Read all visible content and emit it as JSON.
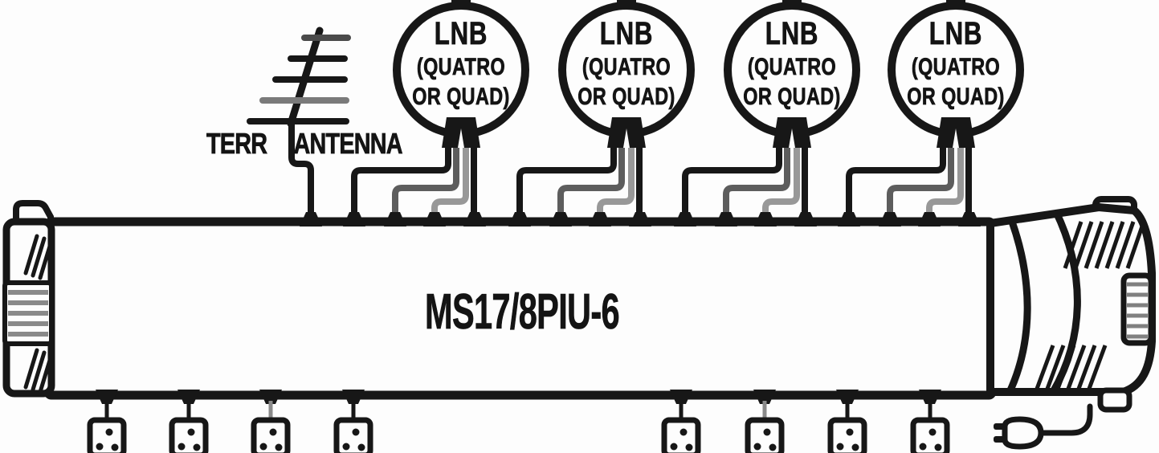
{
  "diagram": {
    "background_color": "#fdfdfd",
    "ink_color": "#171717",
    "wire_gray_color": "#5d5d5d",
    "wire_light_gray_color": "#989898",
    "device": {
      "model_label": "MS17/8PIU-6"
    },
    "terrestrial_antenna": {
      "label": "TERR ANTENNA"
    },
    "lnbs": [
      {
        "title": "LNB",
        "type_line1": "(QUATRO",
        "type_line2": "OR QUAD)"
      },
      {
        "title": "LNB",
        "type_line1": "(QUATRO",
        "type_line2": "OR QUAD)"
      },
      {
        "title": "LNB",
        "type_line1": "(QUATRO",
        "type_line2": "OR QUAD)"
      },
      {
        "title": "LNB",
        "type_line1": "(QUATRO",
        "type_line2": "OR QUAD)"
      }
    ],
    "icons": {
      "terr_antenna": "yagi-antenna-icon",
      "lnb": "lnb-circle-icon",
      "sat_input": "input-connector-bump",
      "output": "output-connector-bump",
      "wall_socket": "wall-socket-icon",
      "power_plug": "power-plug-icon",
      "left_cap": "coax-connector-left-icon",
      "right_cap": "coax-connector-right-icon"
    }
  }
}
